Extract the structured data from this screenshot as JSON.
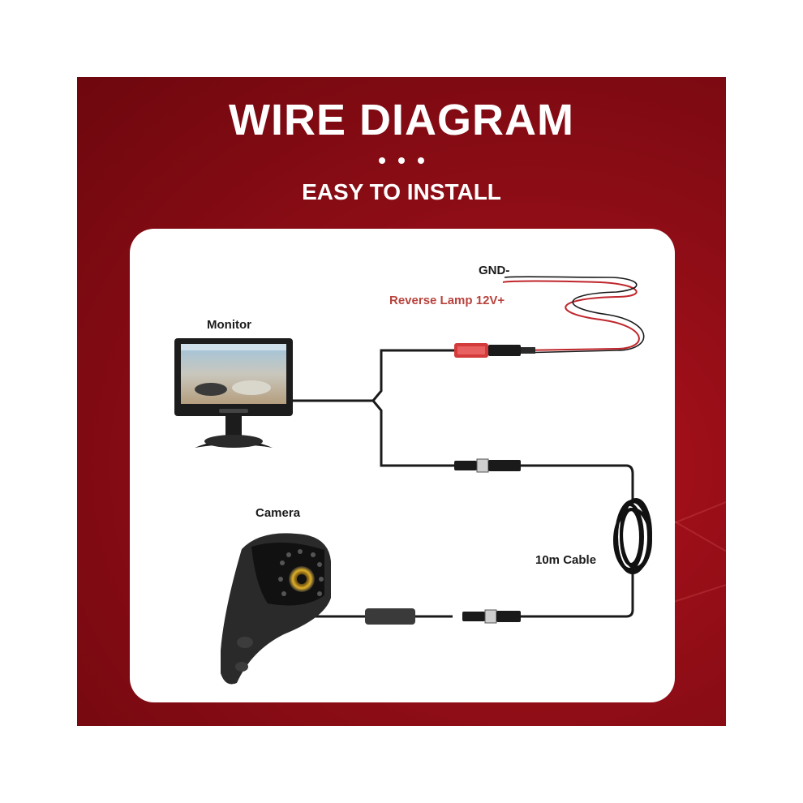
{
  "header": {
    "title": "WIRE DIAGRAM",
    "subtitle": "EASY TO INSTALL"
  },
  "labels": {
    "gnd": "GND-",
    "reverse_lamp": "Reverse Lamp 12V+",
    "monitor": "Monitor",
    "camera": "Camera",
    "cable": "10m Cable"
  },
  "colors": {
    "background_red": "#9b0f18",
    "card": "#ffffff",
    "red_wire": "#c0262c",
    "cable": "#1a1a1a",
    "label_red": "#b8433d"
  },
  "icons": [
    "monitor-icon",
    "camera-icon",
    "cable-coil-icon",
    "connector-icon"
  ]
}
